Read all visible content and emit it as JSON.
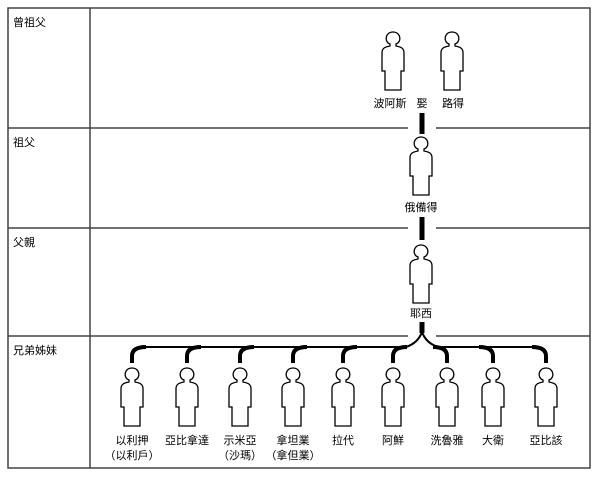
{
  "rows": [
    {
      "label": "曾祖父"
    },
    {
      "label": "祖父"
    },
    {
      "label": "父親"
    },
    {
      "label": "兄弟姊妹"
    }
  ],
  "great_grandparents": {
    "husband": "波阿斯",
    "marriage": "娶",
    "wife": "路得"
  },
  "grandfather": "俄備得",
  "father": "耶西",
  "siblings": [
    {
      "name": "以利押",
      "alt": "（以利戶）"
    },
    {
      "name": "亞比拿達",
      "alt": ""
    },
    {
      "name": "示米亞",
      "alt": "（沙瑪）"
    },
    {
      "name": "拿坦業",
      "alt": "（拿但業）"
    },
    {
      "name": "拉代",
      "alt": ""
    },
    {
      "name": "阿鮮",
      "alt": ""
    },
    {
      "name": "洗魯雅",
      "alt": ""
    },
    {
      "name": "大衛",
      "alt": ""
    },
    {
      "name": "亞比該",
      "alt": ""
    }
  ]
}
